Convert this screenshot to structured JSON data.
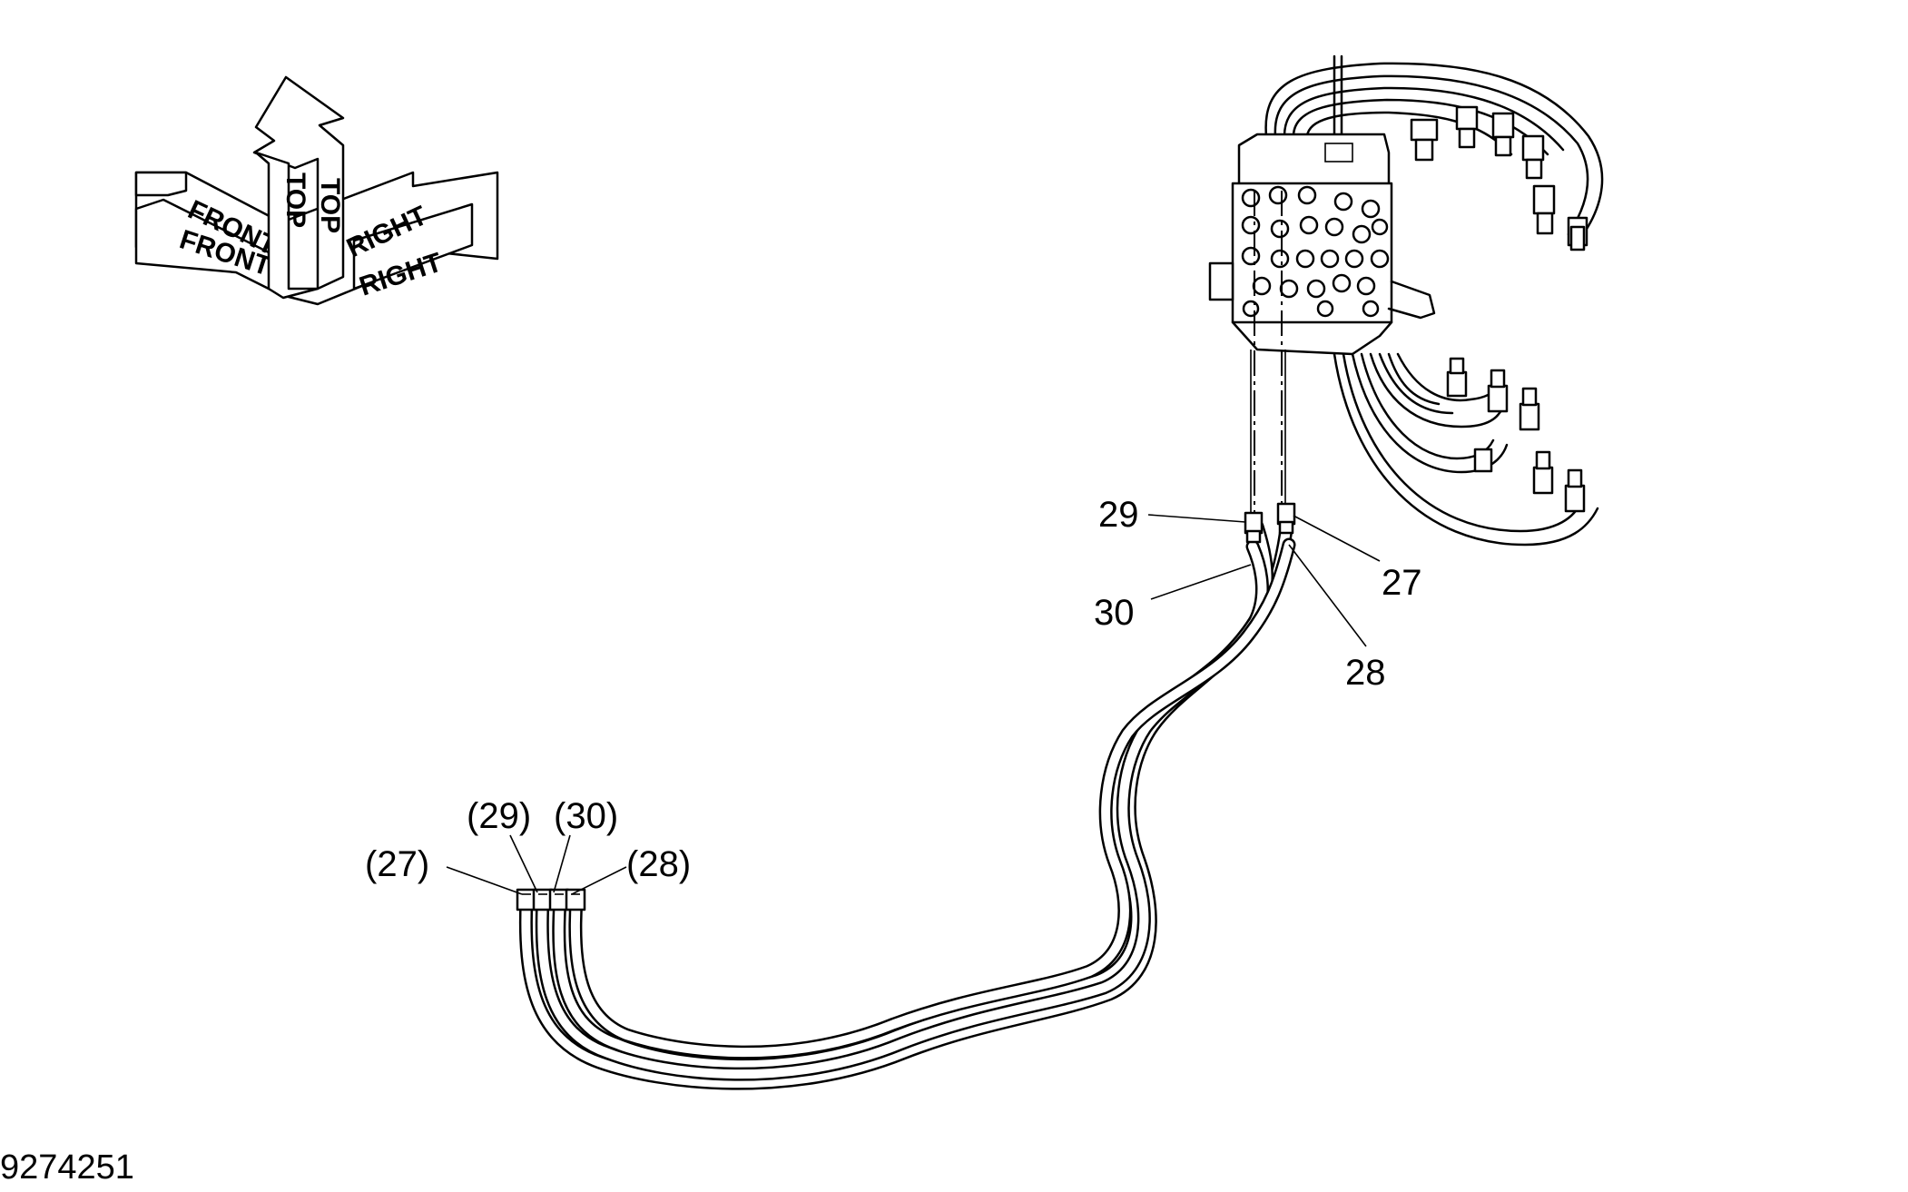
{
  "orientation_arrows": {
    "top_label": "TOP",
    "front_label": "FRONT",
    "right_label": "RIGHT"
  },
  "callouts": {
    "c27": "27",
    "c28": "28",
    "c29": "29",
    "c30": "30",
    "p27": "(27)",
    "p28": "(28)",
    "p29": "(29)",
    "p30": "(30)"
  },
  "figure_number": "9274251"
}
